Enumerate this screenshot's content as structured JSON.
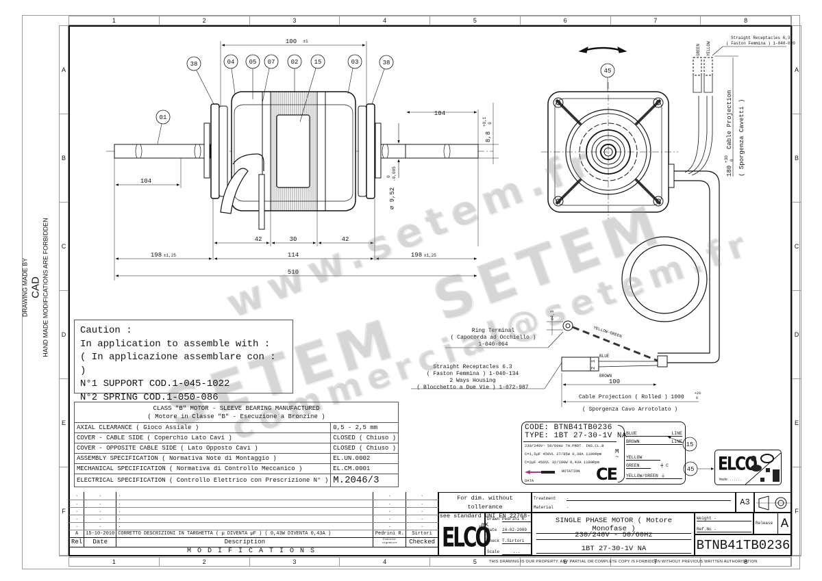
{
  "sheet": {
    "grid_columns": [
      "1",
      "2",
      "3",
      "4",
      "5",
      "6",
      "7",
      "8"
    ],
    "grid_rows": [
      "A",
      "B",
      "C",
      "D",
      "E",
      "F"
    ],
    "side_note": {
      "line1": "DRAWING MADE BY",
      "line2": "CAD",
      "line3": "HAND MADE MODIFICATIONS ARE FORBIDDEN"
    },
    "footer_notice": "THIS DRAWING IS OUR PROPERTY. ANY PARTIAL OR COMPLETE COPY IS FORBIDDEN WITHOUT PREVIOUS WRITTEN AUTHORISATION"
  },
  "watermarks": [
    "www.setem.fr",
    "SETEM",
    "commercial@setem.fr",
    "SETEM"
  ],
  "side_view": {
    "balloons": [
      "38",
      "04",
      "05",
      "07",
      "02",
      "15",
      "03",
      "38",
      "01"
    ],
    "dims": {
      "overall_body": "100",
      "overall_body_tol": "±1",
      "shaft_left": "104",
      "shaft_right": "104",
      "flat": "8,8",
      "flat_tol_up": "+0,1",
      "flat_tol_low": "0",
      "diameter": "⌀ 9,52",
      "diameter_tol_up": "0",
      "diameter_tol_low": "-0,005",
      "seg1": "42",
      "seg2": "30",
      "seg3": "42",
      "left_total": "198",
      "left_tol": "±1,25",
      "center_total": "114",
      "right_total": "198",
      "right_tol": "±1,25",
      "overall": "510"
    }
  },
  "front_view": {
    "balloon": "45",
    "rotation_arrow": "double-arrow-icon"
  },
  "cable": {
    "top_receptacle_label": "Straight Receptacles 6,3",
    "top_receptacle_label2": "( Faston Femmina )  1-040-009",
    "wire_green": "GREEN",
    "wire_yellow": "YELLOW",
    "projection": "180",
    "projection_tol_up": "+30",
    "projection_tol_low": "0",
    "projection_label": "Cable Projection",
    "projection_label_it": "( Sporgenza Cavetti )",
    "ring_terminal": [
      "Ring Terminal",
      "( Capocorda ad Occhiello )",
      "1-040-064"
    ],
    "ring_dim": "⌀4,3",
    "yellow_green": "YELLOW-GREEN",
    "housing": [
      "Straight Receptacles 6.3",
      "( Faston Femmina )  1-040-134",
      "2 Ways Housing",
      "( Blocchetto a Due Vie ) 1-072-987"
    ],
    "blue": "BLUE",
    "brown": "BROWN",
    "pin1": "1",
    "pin2": "2",
    "strip_length": "100",
    "rolled_label": "Cable Projection ( Rolled ) 1000",
    "rolled_tol_up": "+20",
    "rolled_tol_low": "0",
    "rolled_label_it": "( Sporgenza Cavo Arrotolato )"
  },
  "caution": {
    "lines": [
      "Caution :",
      "In application to assemble with :",
      "( In applicazione assemblare con : )",
      "N°1 SUPPORT COD.1-045-1022",
      "N°2 SPRING COD.1-050-086"
    ]
  },
  "spec_table": {
    "header1": "CLASS \"B\" MOTOR - SLEEVE BEARING MANUFACTURED",
    "header2": "( Motore in Classe \"B\" - Esecuzione a Bronzine )",
    "rows": [
      {
        "label": "AXIAL CLEARANCE ( Gioco Assiale )",
        "value": "0,5 - 2,5 mm"
      },
      {
        "label": "COVER - CABLE SIDE ( Coperchio Lato Cavi )",
        "value": "CLOSED ( Chiuso )"
      },
      {
        "label": "COVER - OPPOSITE CABLE SIDE ( Lato Opposto Cavi )",
        "value": "CLOSED ( Chiuso )"
      },
      {
        "label": "ASSEMBLY SPECIFICATION ( Normativa Note di Montaggio )",
        "value": "EL.UN.0002"
      },
      {
        "label": "MECHANICAL SPECIFICATION ( Normativa di Controllo Meccanico )",
        "value": "EL.CM.0001"
      },
      {
        "label": "ELECTRICAL SPECIFICATION ( Controllo Elettrico con Prescrizione N° )",
        "value": "M.2046/3"
      }
    ]
  },
  "nameplate": {
    "code": "CODE: BTNB41TB0236",
    "type": "TYPE: 1BT 27-30-1V NA",
    "line1": "230/240V~ 50/60Hz TH.PROT. INS.CL.B",
    "line2": "C=1,5µF 450VL  27/85W  0,38A 1100Rpm",
    "line3": "C=2µF   450VL 32/100W  0,43A 1100Rpm",
    "rotation": "ROTATION",
    "data": "DATA",
    "ce": "CE",
    "motor_symbol": "M",
    "motor_tilde": "~",
    "wires": [
      {
        "name": "BLUE",
        "role": "LINE"
      },
      {
        "name": "BROWN",
        "role": "LINE"
      },
      {
        "name": "YELLOW",
        "role": ""
      },
      {
        "name": "GREEN",
        "role": "C"
      },
      {
        "name": "YELLOW/GREEN",
        "role": ""
      }
    ],
    "balloon_15": "15",
    "balloon_45": "45",
    "label_made": "Made ......",
    "label_brand": "ELCO"
  },
  "modifications": {
    "empty_rows": 5,
    "placeholder": ".",
    "entries": [
      {
        "rel": "A",
        "date": "15-10-2010",
        "description": "CORRETTO DESCRIZIONI IN TARGHETTA ( µ DIVENTA µF ) ( 0,43W DIVENTA 0,43A )",
        "executor": "Pedrini R.",
        "checked": "Sirtori"
      }
    ],
    "headers": {
      "rel": "Rel",
      "date": "Date",
      "description": "Description",
      "executor": "Executor signature",
      "checked": "Checked"
    },
    "title": "MODIFICATIONS"
  },
  "title_block": {
    "tolerance_note1": "For dim. without tollerance",
    "tolerance_note2": "see standard UNI EN 22768-mK",
    "treatment_label": "Treatment",
    "treatment_value": ".",
    "material_label": "Material",
    "material_value": ".",
    "format": "A3",
    "brand": "ELCO",
    "drawn_label": "Drawn",
    "drawn_value": "Pedrini R.",
    "date_label": "Date",
    "date_value": "24-02-2009",
    "check_label": "Check",
    "check_value": "T.Sirtori",
    "scale_label": "Scale",
    "scale_value": "...",
    "title": "SINGLE PHASE MOTOR ( Motore Monofase )",
    "voltage": "230/240V - 50/60Hz",
    "model": "1BT 27-30-1V NA",
    "weight_label": "Weight",
    "weight_value": "-",
    "refno_label": "Ref.No",
    "refno_value": "-",
    "release_label": "Release",
    "release_value": "A",
    "drawing_number": "BTNB41TB0236"
  }
}
